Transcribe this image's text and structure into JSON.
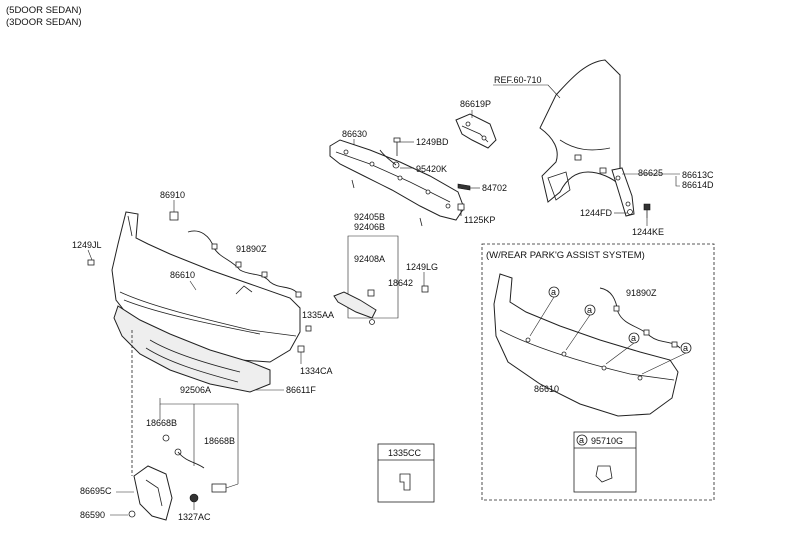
{
  "header": {
    "line1": "(5DOOR SEDAN)",
    "line2": "(3DOOR SEDAN)"
  },
  "inset": {
    "title": "(W/REAR PARK'G ASSIST SYSTEM)",
    "circle_marker": "a"
  },
  "boxes": {
    "box_1335cc": "1335CC",
    "box_95710g": "95710G",
    "box_95710g_marker": "a"
  },
  "labels": {
    "ref": "REF.60-710",
    "p86619P": "86619P",
    "p86630": "86630",
    "p1249BD": "1249BD",
    "p95420K": "95420K",
    "p84702": "84702",
    "p1125KP": "1125KP",
    "p86625": "86625",
    "p86613C": "86613C",
    "p86614D": "86614D",
    "p1244FD": "1244FD",
    "p1244KE": "1244KE",
    "p86910": "86910",
    "p1249JL": "1249JL",
    "p91890Z": "91890Z",
    "p86610": "86610",
    "p92405B": "92405B",
    "p92406B": "92406B",
    "p92408A": "92408A",
    "p1249LG": "1249LG",
    "p18642": "18642",
    "p1335AA": "1335AA",
    "p1334CA": "1334CA",
    "p92506A": "92506A",
    "p86611F": "86611F",
    "p18668B_a": "18668B",
    "p18668B_b": "18668B",
    "p86695C": "86695C",
    "p86590": "86590",
    "p1327AC": "1327AC",
    "inset_91890Z": "91890Z",
    "inset_86610": "86610"
  }
}
